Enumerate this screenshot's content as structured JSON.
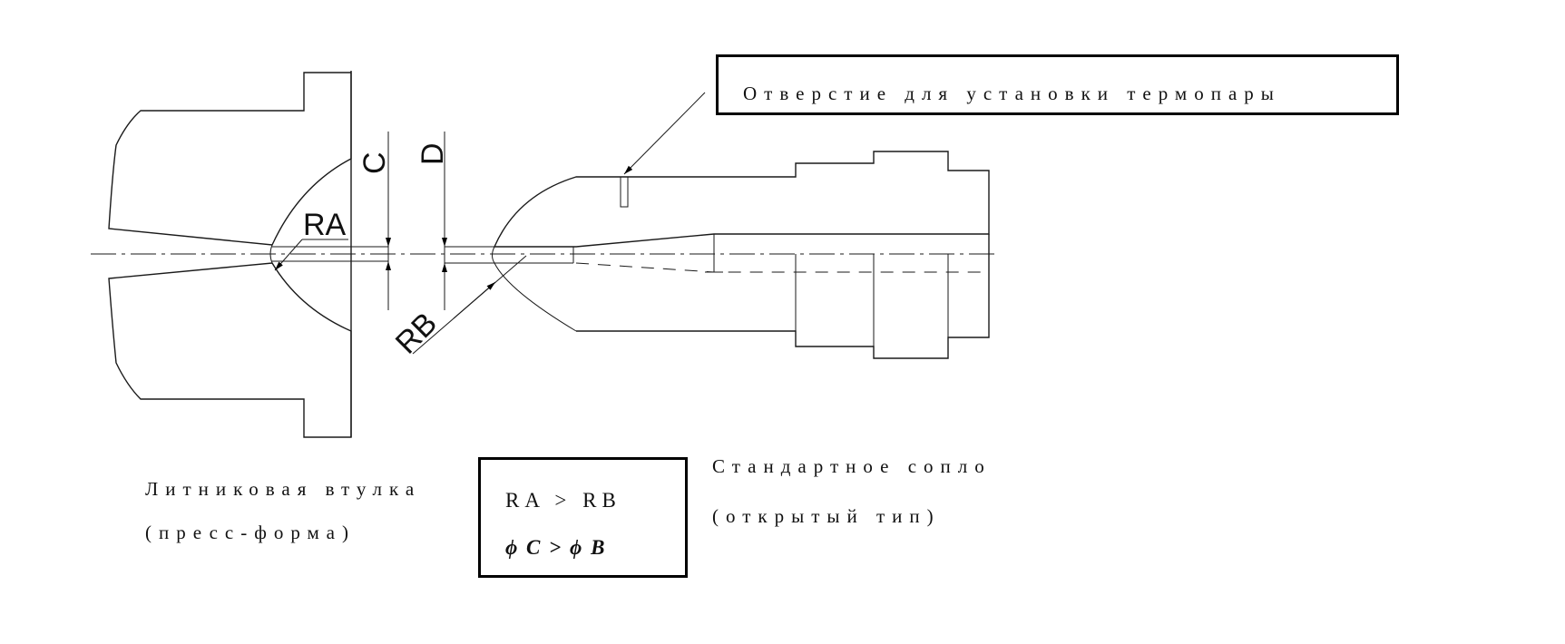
{
  "callout": {
    "text": "Отверстие для установки термопары"
  },
  "dimensions": {
    "ra": "RA",
    "rb": "RB",
    "c": "C",
    "d": "D"
  },
  "sprue_bushing": {
    "line1": "Литниковая втулка",
    "line2": "(пресс-форма)"
  },
  "nozzle": {
    "line1": "Стандартное сопло",
    "line2": "(открытый тип)"
  },
  "conditions": {
    "line1": "RA > RB",
    "line2": "ϕ C > ϕ B"
  }
}
